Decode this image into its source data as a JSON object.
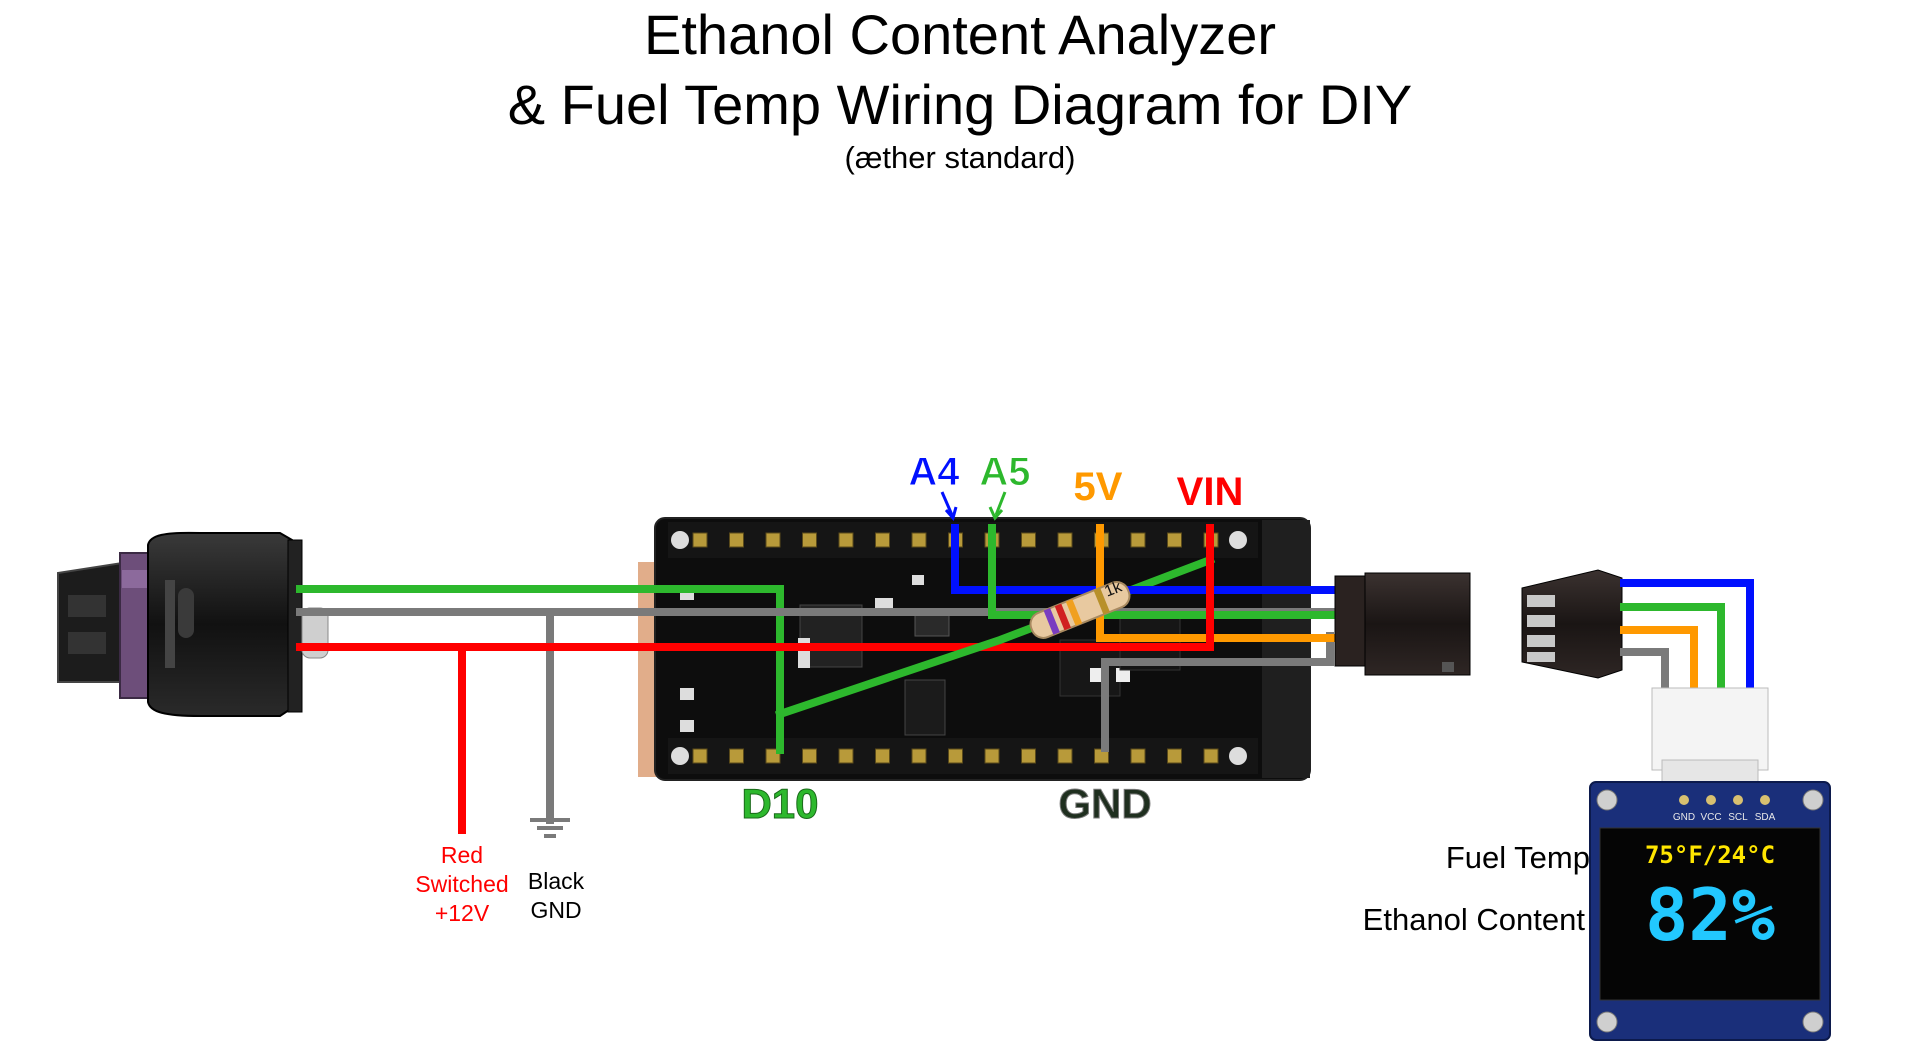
{
  "title": {
    "line1": "Ethanol Content Analyzer",
    "line2": "& Fuel Temp Wiring Diagram for DIY",
    "line3": "(æther standard)"
  },
  "pins": {
    "a4": "A4",
    "a5": "A5",
    "v5": "5V",
    "vin": "VIN",
    "d10": "D10",
    "gnd": "GND"
  },
  "power": {
    "red_line1": "Red",
    "red_line2": "Switched",
    "red_line3": "+12V",
    "black_line1": "Black",
    "black_line2": "GND"
  },
  "resistor_label": "1k",
  "oled": {
    "header_pins": [
      "GND",
      "VCC",
      "SCL",
      "SDA"
    ],
    "temp_reading": "75°F/24°C",
    "ethanol_reading": "82%",
    "fuel_temp_label": "Fuel Temp",
    "ethanol_label": "Ethanol Content"
  },
  "colors": {
    "red": "#ff0000",
    "green": "#2db82d",
    "blue": "#0010ff",
    "orange": "#ff9900",
    "gray": "#7a7a7a",
    "oled_yellow": "#ffe600",
    "oled_cyan": "#22c8ff"
  }
}
